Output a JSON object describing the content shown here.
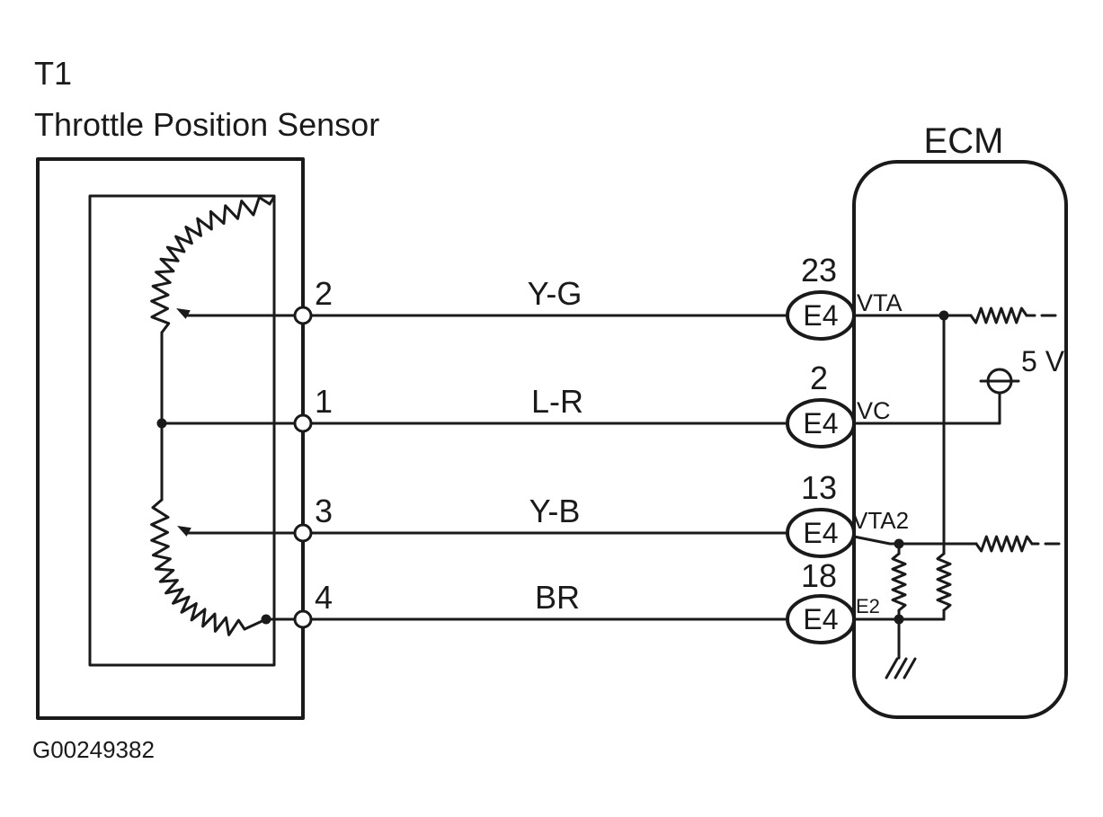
{
  "sensor": {
    "id": "T1",
    "name": "Throttle Position Sensor"
  },
  "ecm": {
    "label": "ECM",
    "supply": "5 V"
  },
  "figure_id": "G00249382",
  "wires": [
    {
      "sensor_pin": "2",
      "color": "Y-G",
      "ecm_pin": "23",
      "connector": "E4",
      "terminal": "VTA"
    },
    {
      "sensor_pin": "1",
      "color": "L-R",
      "ecm_pin": "2",
      "connector": "E4",
      "terminal": "VC"
    },
    {
      "sensor_pin": "3",
      "color": "Y-B",
      "ecm_pin": "13",
      "connector": "E4",
      "terminal": "VTA2"
    },
    {
      "sensor_pin": "4",
      "color": "BR",
      "ecm_pin": "18",
      "connector": "E4",
      "terminal": "E2"
    }
  ]
}
